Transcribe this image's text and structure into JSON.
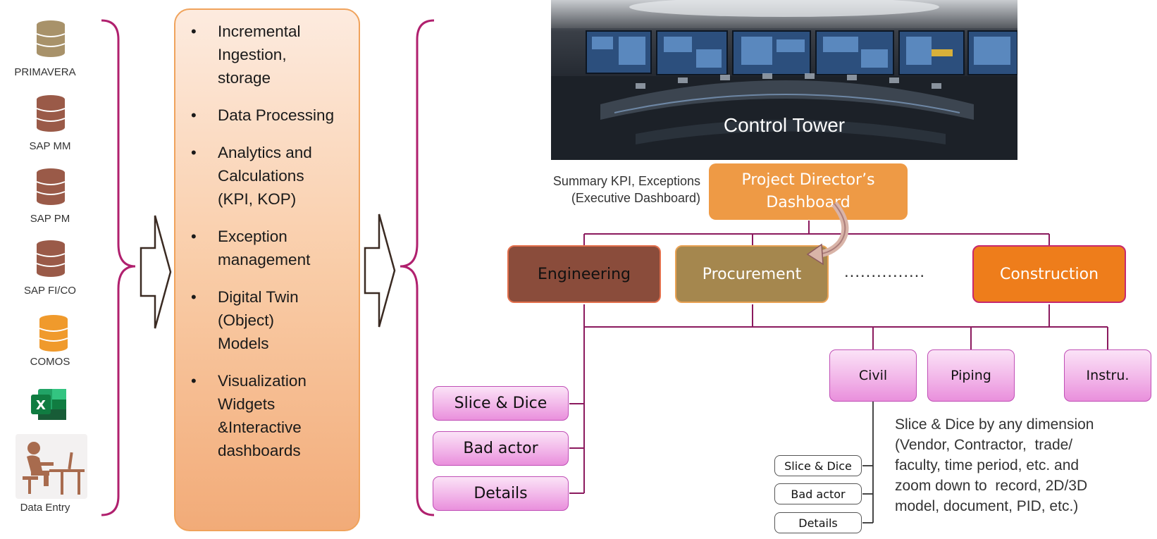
{
  "sources": [
    {
      "label": "PRIMAVERA",
      "icon": "database-icon",
      "color": "#a8926a"
    },
    {
      "label": "SAP MM",
      "icon": "database-icon",
      "color": "#9a5a48"
    },
    {
      "label": "SAP PM",
      "icon": "database-icon",
      "color": "#9a5a48"
    },
    {
      "label": "SAP FI/CO",
      "icon": "database-icon",
      "color": "#9a5a48"
    },
    {
      "label": "COMOS",
      "icon": "database-icon",
      "color": "#f09a2c"
    },
    {
      "label": "",
      "icon": "excel-icon",
      "color": "#1e7a45"
    },
    {
      "label": "Data Entry",
      "icon": "person-at-desk-icon",
      "color": "#a86b4e"
    }
  ],
  "processing": {
    "items": [
      "Incremental Ingestion, storage",
      "Data Processing",
      "Analytics and Calculations (KPI, KOP)",
      "Exception management",
      "Digital Twin (Object) Models",
      "Visualization Widgets &Interactive dashboards"
    ]
  },
  "control_tower": {
    "caption": "Control Tower"
  },
  "director": {
    "note_line1": "Summary KPI, Exceptions",
    "note_line2": "(Executive Dashboard)",
    "line1": "Project Director’s",
    "line2": "Dashboard",
    "color": "#ee9a45"
  },
  "departments": [
    {
      "label": "Engineering",
      "color": "#8a4c3b"
    },
    {
      "label": "Procurement",
      "color": "#a5874e"
    },
    {
      "label": "Construction",
      "color": "#ee7d1b"
    }
  ],
  "ellipsis": "...............",
  "left_actions": [
    "Slice & Dice",
    "Bad actor",
    "Details"
  ],
  "disciplines": [
    "Civil",
    "Piping",
    "Instru."
  ],
  "right_actions": [
    "Slice & Dice",
    "Bad actor",
    "Details"
  ],
  "description": [
    "Slice & Dice by any dimension",
    "(Vendor, Contractor,  trade/",
    "faculty, time period, etc. and",
    "zoom down to  record, 2D/3D",
    "model, document, PID, etc.)"
  ],
  "colors": {
    "connector": "#8b1a5e",
    "brace": "#b0206e"
  }
}
